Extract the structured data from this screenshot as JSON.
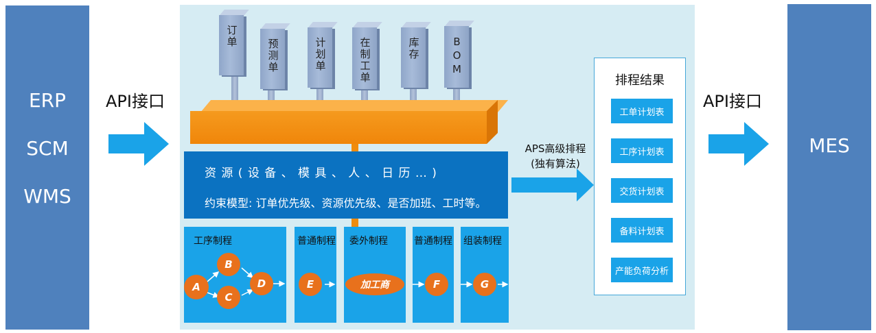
{
  "left_systems": [
    "ERP",
    "SCM",
    "WMS"
  ],
  "right_system": "MES",
  "api_left": "API接口",
  "api_right": "API接口",
  "data_sources": [
    "订单",
    "预测单",
    "计划单",
    "在制工单",
    "库存",
    "BOM"
  ],
  "resource": {
    "line1": "资 源 ( 设 备 、 模 具 、 人 、 日 历 … )",
    "line2": "约束模型: 订单优先级、资源优先级、是否加班、工时等。"
  },
  "processes": [
    {
      "title": "工序制程",
      "nodes": [
        "A",
        "B",
        "C",
        "D"
      ]
    },
    {
      "title": "普通制程",
      "nodes": [
        "E"
      ]
    },
    {
      "title": "委外制程",
      "nodes": [
        "加工商"
      ]
    },
    {
      "title": "普通制程",
      "nodes": [
        "F"
      ]
    },
    {
      "title": "组装制程",
      "nodes": [
        "G"
      ]
    }
  ],
  "aps": {
    "line1": "APS高级排程",
    "line2": "(独有算法)"
  },
  "results": {
    "title": "排程结果",
    "items": [
      "工单计划表",
      "工序计划表",
      "交货计划表",
      "备料计划表",
      "产能负荷分析"
    ]
  },
  "colors": {
    "side": "#4f81bd",
    "arrow": "#1aa3e8",
    "panel": "#d6ecf3",
    "resource": "#0b72c1",
    "orange": "#f0860a",
    "node": "#e8711c"
  }
}
